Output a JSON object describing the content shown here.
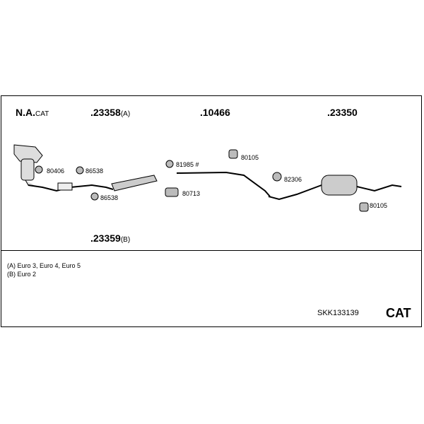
{
  "title_labels": {
    "na_cat": {
      "main": "N.A.",
      "suffix": "CAT"
    },
    "p23358": {
      "main": ".23358",
      "suffix": "(A)"
    },
    "p10466": {
      "main": ".10466"
    },
    "p23350": {
      "main": ".23350"
    },
    "p23359": {
      "main": ".23359",
      "suffix": "(B)"
    }
  },
  "small_parts": {
    "p80406": "80406",
    "p86538a": "86538",
    "p86538b": "86538",
    "p81985": "81985 #",
    "p80713": "80713",
    "p80105a": "80105",
    "p82306": "82306",
    "p80105b": "80105"
  },
  "notes": {
    "a": "(A) Euro 3, Euro 4, Euro 5",
    "b": "(B) Euro 2"
  },
  "footer": {
    "kit_code": "SKK133139",
    "cat": "CAT"
  }
}
